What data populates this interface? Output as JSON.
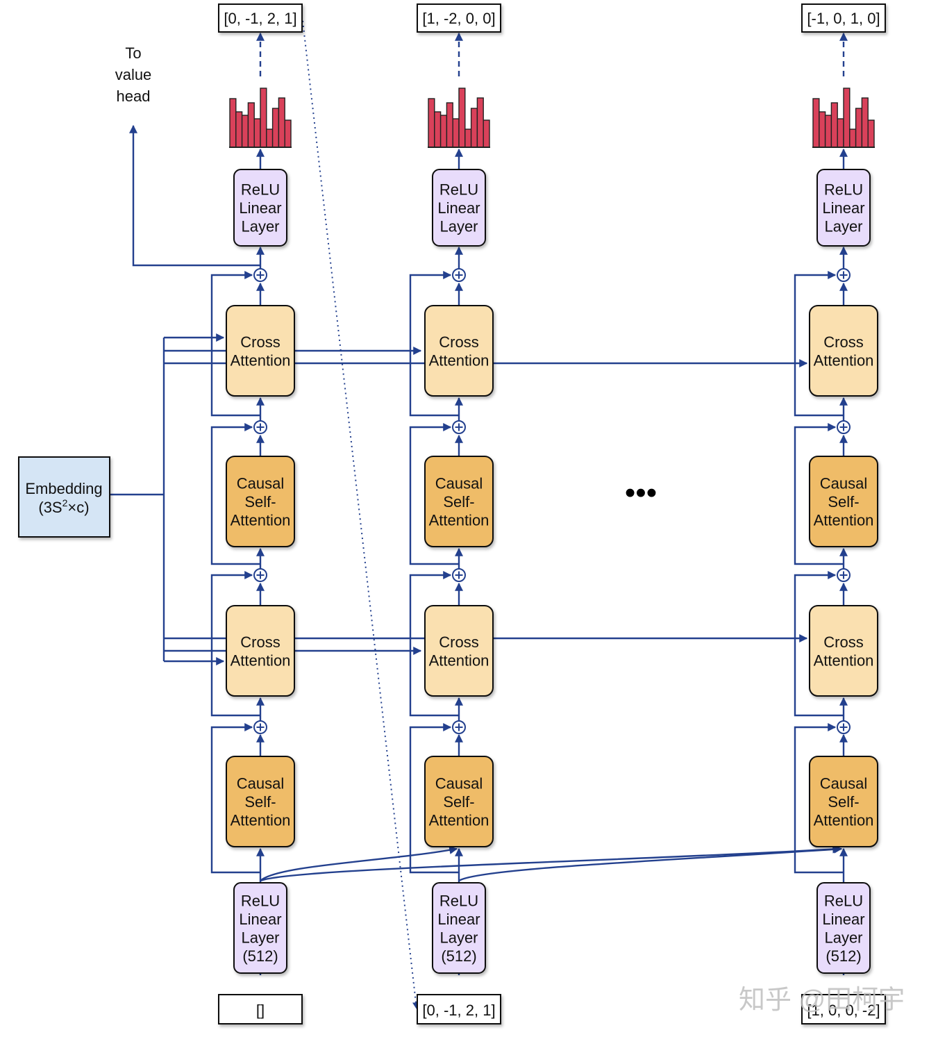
{
  "colors": {
    "line": "#23408e",
    "relu_fill": "#e8dcfb",
    "cross_fill": "#fae0b0",
    "causal_fill": "#efbc68",
    "embed_fill": "#d5e5f5",
    "hist_fill": "#d9415a",
    "box_stroke": "#111111"
  },
  "embedding": {
    "line1": "Embedding",
    "line2_prefix": "(3S",
    "line2_sup": "2",
    "line2_suffix": "×c)"
  },
  "value_head": {
    "line1": "To",
    "line2": "value",
    "line3": "head"
  },
  "ellipsis": "•••",
  "columns": [
    {
      "output_label": "[0, -1, 2, 1]",
      "input_label": "[]",
      "top_block": [
        "ReLU",
        "Linear",
        "Layer"
      ],
      "bottom_block": [
        "ReLU",
        "Linear",
        "Layer",
        "(512)"
      ],
      "cross": [
        "Cross",
        "Attention"
      ],
      "causal": [
        "Causal",
        "Self-",
        "Attention"
      ]
    },
    {
      "output_label": "[1, -2, 0, 0]",
      "input_label": "[0, -1, 2, 1]",
      "top_block": [
        "ReLU",
        "Linear",
        "Layer"
      ],
      "bottom_block": [
        "ReLU",
        "Linear",
        "Layer",
        "(512)"
      ],
      "cross": [
        "Cross",
        "Attention"
      ],
      "causal": [
        "Causal",
        "Self-",
        "Attention"
      ]
    },
    {
      "output_label": "[-1, 0, 1, 0]",
      "input_label": "[1, 0, 0, -2]",
      "top_block": [
        "ReLU",
        "Linear",
        "Layer"
      ],
      "bottom_block": [
        "ReLU",
        "Linear",
        "Layer",
        "(512)"
      ],
      "cross": [
        "Cross",
        "Attention"
      ],
      "causal": [
        "Causal",
        "Self-",
        "Attention"
      ]
    }
  ],
  "histogram_levels": [
    0.7,
    0.51,
    0.46,
    0.64,
    0.41,
    0.85,
    0.26,
    0.56,
    0.71,
    0.39
  ],
  "watermark": "知乎 @田柯宇"
}
